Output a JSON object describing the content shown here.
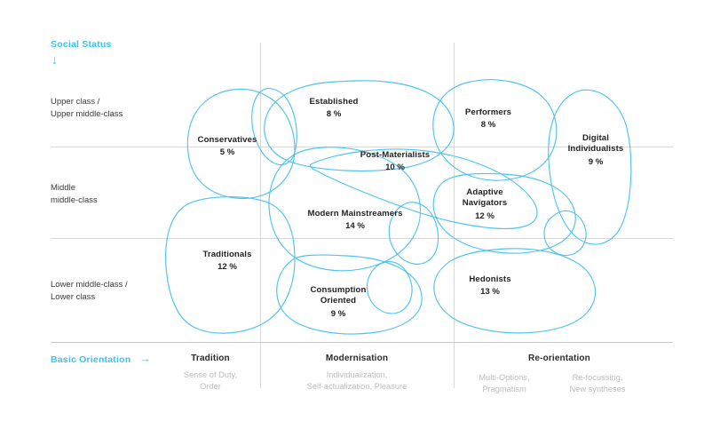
{
  "chart_data": {
    "type": "scatter",
    "title": "Sinus-Milieus Social Status vs Basic Orientation",
    "xlabel": "Basic Orientation",
    "ylabel": "Social Status",
    "grid": true,
    "legend": "none",
    "categories": [
      "Conservatives",
      "Established",
      "Performers",
      "Digital Individualists",
      "Post-Materialists",
      "Adaptive Navigators",
      "Modern Mainstreamers",
      "Traditionals",
      "Consumption Oriented",
      "Hedonists"
    ],
    "values": [
      5,
      8,
      8,
      9,
      10,
      12,
      14,
      12,
      9,
      13
    ],
    "value_unit": "%",
    "y_tiers": [
      "Upper class / Upper middle-class",
      "Middle middle-class",
      "Lower middle-class / Lower class"
    ],
    "x_tiers": [
      "Tradition",
      "Modernisation",
      "Re-orientation"
    ]
  },
  "axes": {
    "y": {
      "title": "Social Status",
      "arrow": "↓",
      "arrow_icon": "arrow-down-icon",
      "tiers": [
        {
          "line1": "Upper class /",
          "line2": "Upper middle-class"
        },
        {
          "line1": "Middle",
          "line2": "middle-class"
        },
        {
          "line1": "Lower middle-class /",
          "line2": "Lower class"
        }
      ]
    },
    "x": {
      "title": "Basic Orientation",
      "arrow": "→",
      "arrow_icon": "arrow-right-icon",
      "columns": [
        {
          "name": "Tradition",
          "sub1": "Sense of Duty,",
          "sub2": "Order"
        },
        {
          "name": "Modernisation",
          "sub1": "Individualization,",
          "sub2": "Self-actualization, Pleasure"
        },
        {
          "name": "Re-orientation",
          "sub1": "Multi-Options,",
          "sub2": "Pragmatism"
        },
        {
          "name": "",
          "sub1": "Re-focussing,",
          "sub2": "New syntheses"
        }
      ]
    }
  },
  "milieus": [
    {
      "name": "Conservatives",
      "pct": "5 %"
    },
    {
      "name": "Established",
      "pct": "8 %"
    },
    {
      "name": "Performers",
      "pct": "8 %"
    },
    {
      "name": "Digital",
      "name2": "Individualists",
      "pct": "9 %"
    },
    {
      "name": "Post-Materialists",
      "pct": "10 %"
    },
    {
      "name": "Adaptive",
      "name2": "Navigators",
      "pct": "12 %"
    },
    {
      "name": "Modern Mainstreamers",
      "pct": "14 %"
    },
    {
      "name": "Traditionals",
      "pct": "12 %"
    },
    {
      "name": "Consumption",
      "name2": "Oriented",
      "pct": "9 %"
    },
    {
      "name": "Hedonists",
      "pct": "13 %"
    }
  ],
  "colors": {
    "accent": "#3fc1ef",
    "bubble_stroke": "#4fc3f0",
    "grid": "#d8d8d8",
    "text": "#232323",
    "muted": "#bdbdbd"
  }
}
